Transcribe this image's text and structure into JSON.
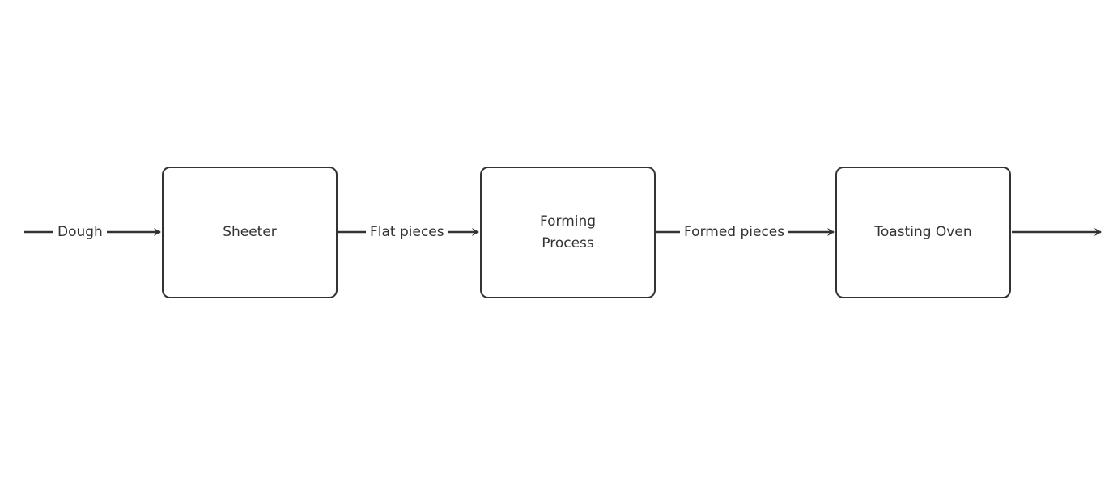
{
  "nodes": [
    {
      "id": "sheeter",
      "label": "Sheeter"
    },
    {
      "id": "forming",
      "label": "Forming\nProcess"
    },
    {
      "id": "toasting",
      "label": "Toasting Oven"
    }
  ],
  "edges": [
    {
      "from": "",
      "to": "sheeter",
      "label": "Dough"
    },
    {
      "from": "sheeter",
      "to": "forming",
      "label": "Flat pieces"
    },
    {
      "from": "forming",
      "to": "toasting",
      "label": "Formed pieces"
    },
    {
      "from": "toasting",
      "to": "",
      "label": ""
    }
  ],
  "colors": {
    "stroke": "#333333",
    "background": "#ffffff"
  }
}
